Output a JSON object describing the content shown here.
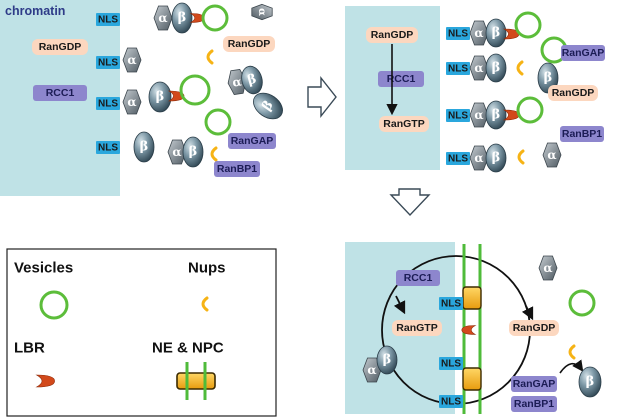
{
  "panel1": {
    "region_label": "chromatin"
  },
  "labels": {
    "nls": "NLS",
    "alpha": "α",
    "beta": "β",
    "ran_gdp": "RanGDP",
    "ran_gtp": "RanGTP",
    "rcc1": "RCC1",
    "ran_gap": "RanGAP",
    "ran_bp1": "RanBP1"
  },
  "legend": {
    "vesicles": "Vesicles",
    "nups": "Nups",
    "lbr": "LBR",
    "ne_npc": "NE & NPC"
  },
  "colors": {
    "chromatin": "#bfe2e6",
    "nls_box": "#2aa7dd",
    "ran_gdp_fill": "#fcd7bf",
    "rcc1_fill": "#8d86cd",
    "vesicle_stroke": "#5cbd3a",
    "nup_stroke": "#f6b315",
    "lbr": "#d2491b",
    "ne_green": "#4fbb3a",
    "npc_fill": "#f7b51b",
    "arrow_outline": "#3a4a57"
  },
  "icons": [
    "importin-alpha-icon",
    "importin-beta-icon",
    "vesicle-icon",
    "nup-icon",
    "lbr-icon",
    "npc-icon",
    "nls-tag",
    "transition-arrow-icon"
  ]
}
